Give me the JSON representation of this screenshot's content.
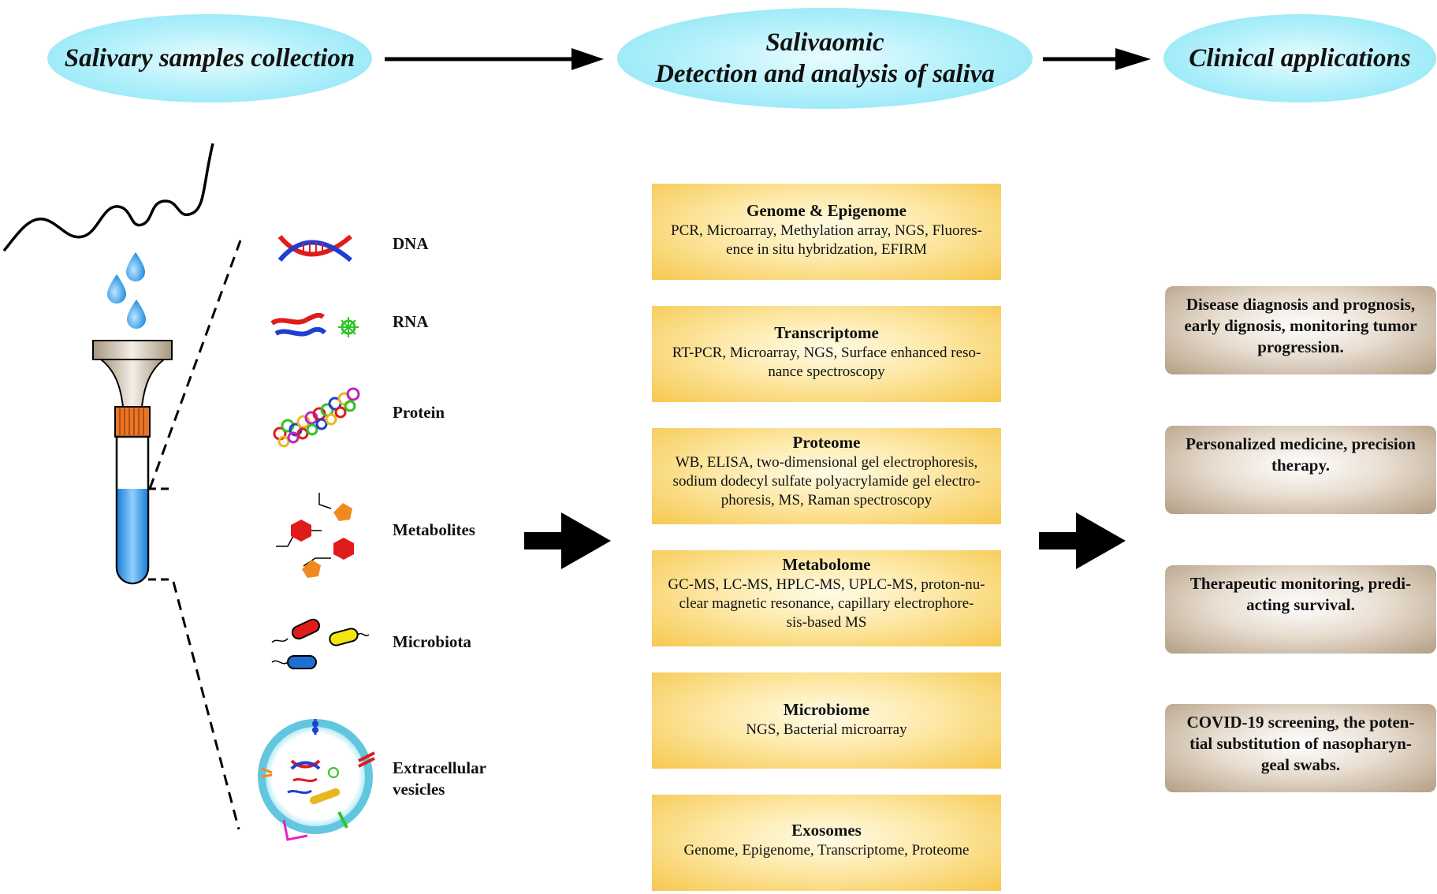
{
  "stages": {
    "collection": "Salivary samples collection",
    "salivaomic_line1": "Salivaomic",
    "salivaomic_line2": "Detection and analysis of saliva",
    "clinical": "Clinical applications"
  },
  "molecules": [
    {
      "label": "DNA"
    },
    {
      "label": "RNA"
    },
    {
      "label": "Protein"
    },
    {
      "label": "Metabolites"
    },
    {
      "label": "Microbiota"
    },
    {
      "label": "Extracellular vesicles",
      "line1": "Extracellular",
      "line2": "vesicles"
    }
  ],
  "omics": [
    {
      "title": "Genome & Epigenome",
      "line1": "PCR, Microarray, Methylation array,  NGS, Fluores-",
      "line2": "ence in situ hybridzation, EFIRM",
      "line3": ""
    },
    {
      "title": "Transcriptome",
      "line1": "RT-PCR, Microarray, NGS, Surface enhanced reso-",
      "line2": "nance spectroscopy",
      "line3": ""
    },
    {
      "title": "Proteome",
      "line1": "WB, ELISA, two-dimensional gel electrophoresis,",
      "line2": "sodium dodecyl sulfate polyacrylamide gel electro-",
      "line3": "phoresis, MS, Raman spectroscopy"
    },
    {
      "title": "Metabolome",
      "line1": "GC-MS, LC-MS, HPLC-MS, UPLC-MS, proton-nu-",
      "line2": "clear magnetic resonance,  capillary electrophore-",
      "line3": "sis-based MS"
    },
    {
      "title": "Microbiome",
      "line1": "NGS, Bacterial microarray",
      "line2": "",
      "line3": ""
    },
    {
      "title": "Exosomes",
      "line1": "Genome,  Epigenome, Transcriptome, Proteome",
      "line2": "",
      "line3": ""
    }
  ],
  "applications": [
    {
      "line1": "Disease diagnosis and prognosis,",
      "line2": "early dignosis, monitoring tumor",
      "line3": "progression."
    },
    {
      "line1": "Personalized medicine, precision",
      "line2": "therapy.",
      "line3": ""
    },
    {
      "line1": "Therapeutic monitoring, predi-",
      "line2": "acting survival.",
      "line3": ""
    },
    {
      "line1": "COVID-19 screening, the poten-",
      "line2": "tial substitution of nasopharyn-",
      "line3": "geal swabs."
    }
  ],
  "colors": {
    "ellipse": "#9fe9f8",
    "omics_box": "#f6c84f",
    "application_box": "#b39e84",
    "saliva_liquid": "#1e88e5",
    "dna_red": "#e01b1b",
    "dna_blue": "#1f3fd1"
  },
  "icons": [
    "saliva-drop-icon",
    "collection-tube-icon",
    "dna-icon",
    "rna-icon",
    "protein-icon",
    "metabolites-icon",
    "microbiota-icon",
    "extracellular-vesicle-icon"
  ]
}
